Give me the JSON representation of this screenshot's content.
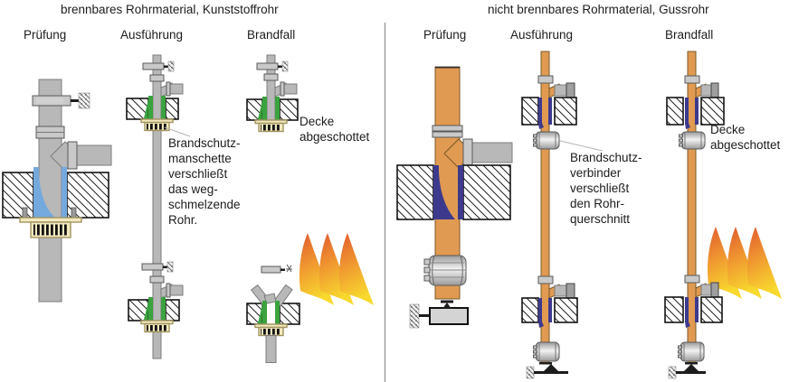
{
  "palette": {
    "pipe_gray": "#b8b8b8",
    "pipe_gray_border": "#7c7c7c",
    "pipe_orange": "#e09a52",
    "pipe_orange_border": "#7a5a28",
    "fitting_gray": "#c9c9c9",
    "seal_blue": "#74a9dd",
    "seal_green": "#3aa33f",
    "seal_navy": "#3d3a8e",
    "collar_fill": "#f2e9c0",
    "collar_border": "#a0945e",
    "flame_top": "#e05a2e",
    "flame_mid": "#f09a30",
    "flame_bottom": "#f8d92e",
    "divider": "#9a9a9a",
    "leader": "#b4b4b4",
    "text": "#1c1c1c",
    "background": "#ffffff"
  },
  "left": {
    "title": "brennbares Rohrmaterial, Kunststoffrohr",
    "columns": [
      "Prüfung",
      "Ausführung",
      "Brandfall"
    ],
    "annotation": "Brandschutz-\nmanschette\nverschließt\ndas weg-\nschmelzende\nRohr.",
    "ceiling_note": "Decke\nabgeschottet"
  },
  "right": {
    "title": "nicht brennbares Rohrmaterial, Gussrohr",
    "columns": [
      "Prüfung",
      "Ausführung",
      "Brandfall"
    ],
    "annotation": "Brandschutz-\nverbinder\nverschließt\nden Rohr-\nquerschnitt",
    "ceiling_note": "Decke\nabgeschottet"
  }
}
